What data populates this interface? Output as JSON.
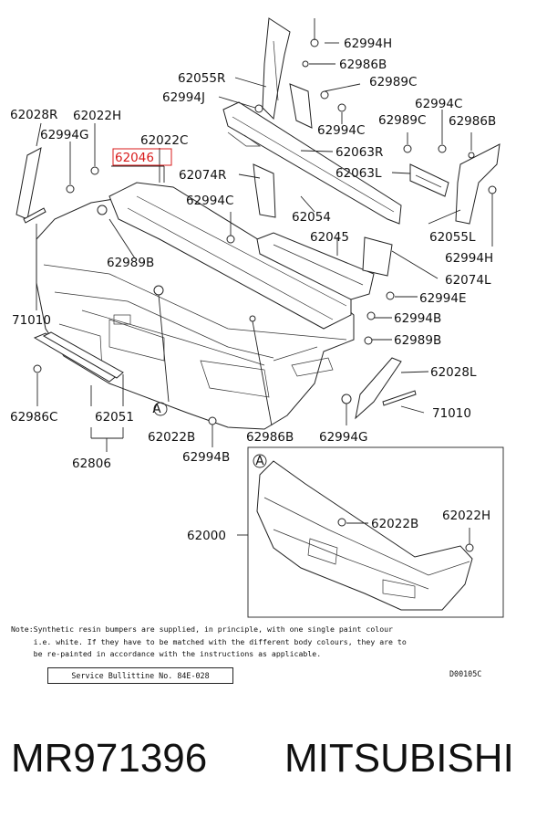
{
  "labels": {
    "p62994H_top": "62994H",
    "p62986B_top": "62986B",
    "p62055R": "62055R",
    "p62989C_top": "62989C",
    "p62994J": "62994J",
    "p62994C_right": "62994C",
    "p62028R": "62028R",
    "p62022H": "62022H",
    "p62994C_mid": "62994C",
    "p62989C_right": "62989C",
    "p62986B_right": "62986B",
    "p62994G_left": "62994G",
    "p62022C": "62022C",
    "p62063R": "62063R",
    "p62046": "62046",
    "p62074R": "62074R",
    "p62063L": "62063L",
    "p62994C_center": "62994C",
    "p62054": "62054",
    "p62055L": "62055L",
    "p62045": "62045",
    "p62989B_left": "62989B",
    "p62994H_right": "62994H",
    "p62074L": "62074L",
    "p62994E": "62994E",
    "p71010_left": "71010",
    "p62994B_right": "62994B",
    "p62989B_right": "62989B",
    "p62028L": "62028L",
    "p62986C": "62986C",
    "p62051": "62051",
    "p62022B": "62022B",
    "p62986B_bottom": "62986B",
    "p62994G_bottom": "62994G",
    "p71010_right": "71010",
    "p62806": "62806",
    "p62994B_bottom": "62994B",
    "callout_A_main": "A",
    "callout_A_inset": "A",
    "p62000": "62000",
    "p62022B_inset": "62022B",
    "p62022H_inset": "62022H"
  },
  "note": "Note:Synthetic resin bumpers are supplied, in principle, with one single paint colour\n     i.e. white. If they have to be matched with the different body colours, they are to\n     be re-painted in accordance with the instructions as applicable.",
  "service_bulletin": "Service Bullittine No. 84E-028",
  "diagram_code": "D00105C",
  "footer": {
    "part_number": "MR971396",
    "brand": "MITSUBISHI"
  },
  "colors": {
    "highlight": "#d81b1b",
    "ink": "#222222"
  }
}
